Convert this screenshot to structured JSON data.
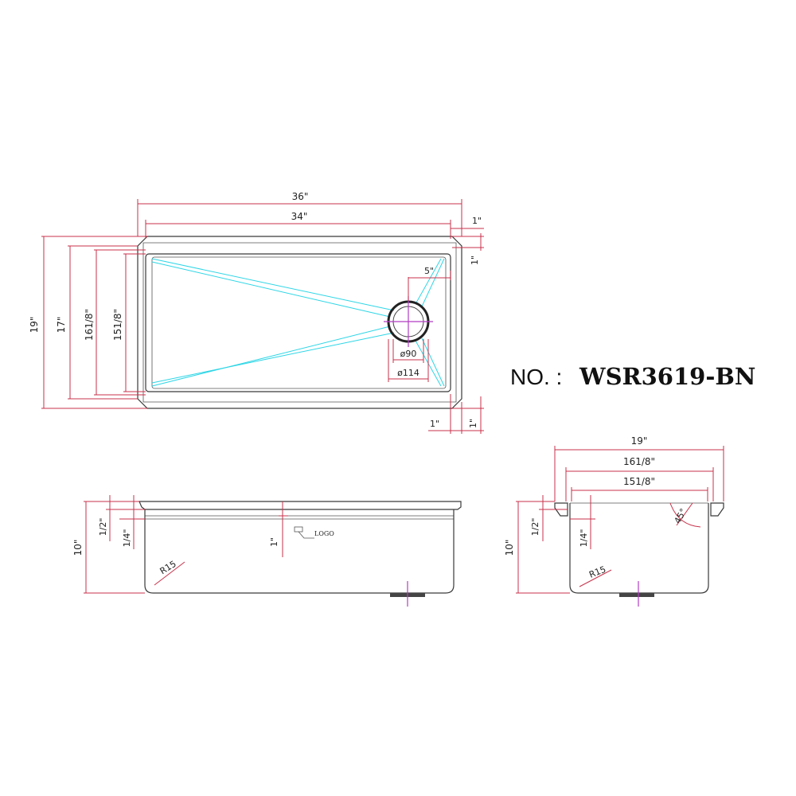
{
  "model": {
    "prefix": "NO. :",
    "code": "WSR3619-BN"
  },
  "top_view": {
    "overall_width": "36\"",
    "inner_width": "34\"",
    "overall_depth": "19\"",
    "depth_17": "17\"",
    "depth_16_whole": "16",
    "depth_16_frac": "1/8",
    "depth_16_unit": "\"",
    "depth_15_whole": "15",
    "depth_15_frac": "1/8",
    "depth_15_unit": "\"",
    "rim_right_top": "1\"",
    "rim_right_side": "1\"",
    "rim_bottom_left": "1\"",
    "rim_bottom_right": "1\"",
    "drain_offset": "5\"",
    "drain_inner": "ø90",
    "drain_outer": "ø114"
  },
  "front_view": {
    "height": "10\"",
    "ledge_half": "1/2\"",
    "ledge_quarter": "1/4\"",
    "ledge_one": "1\"",
    "radius": "R15",
    "logo": "LOGO"
  },
  "side_view": {
    "overall_width": "19\"",
    "width_16_whole": "16",
    "width_16_frac": "1/8",
    "width_16_unit": "\"",
    "width_15_whole": "15",
    "width_15_frac": "1/8",
    "width_15_unit": "\"",
    "height": "10\"",
    "ledge_half": "1/2\"",
    "ledge_quarter": "1/4\"",
    "radius": "R15",
    "angle": "45°"
  }
}
